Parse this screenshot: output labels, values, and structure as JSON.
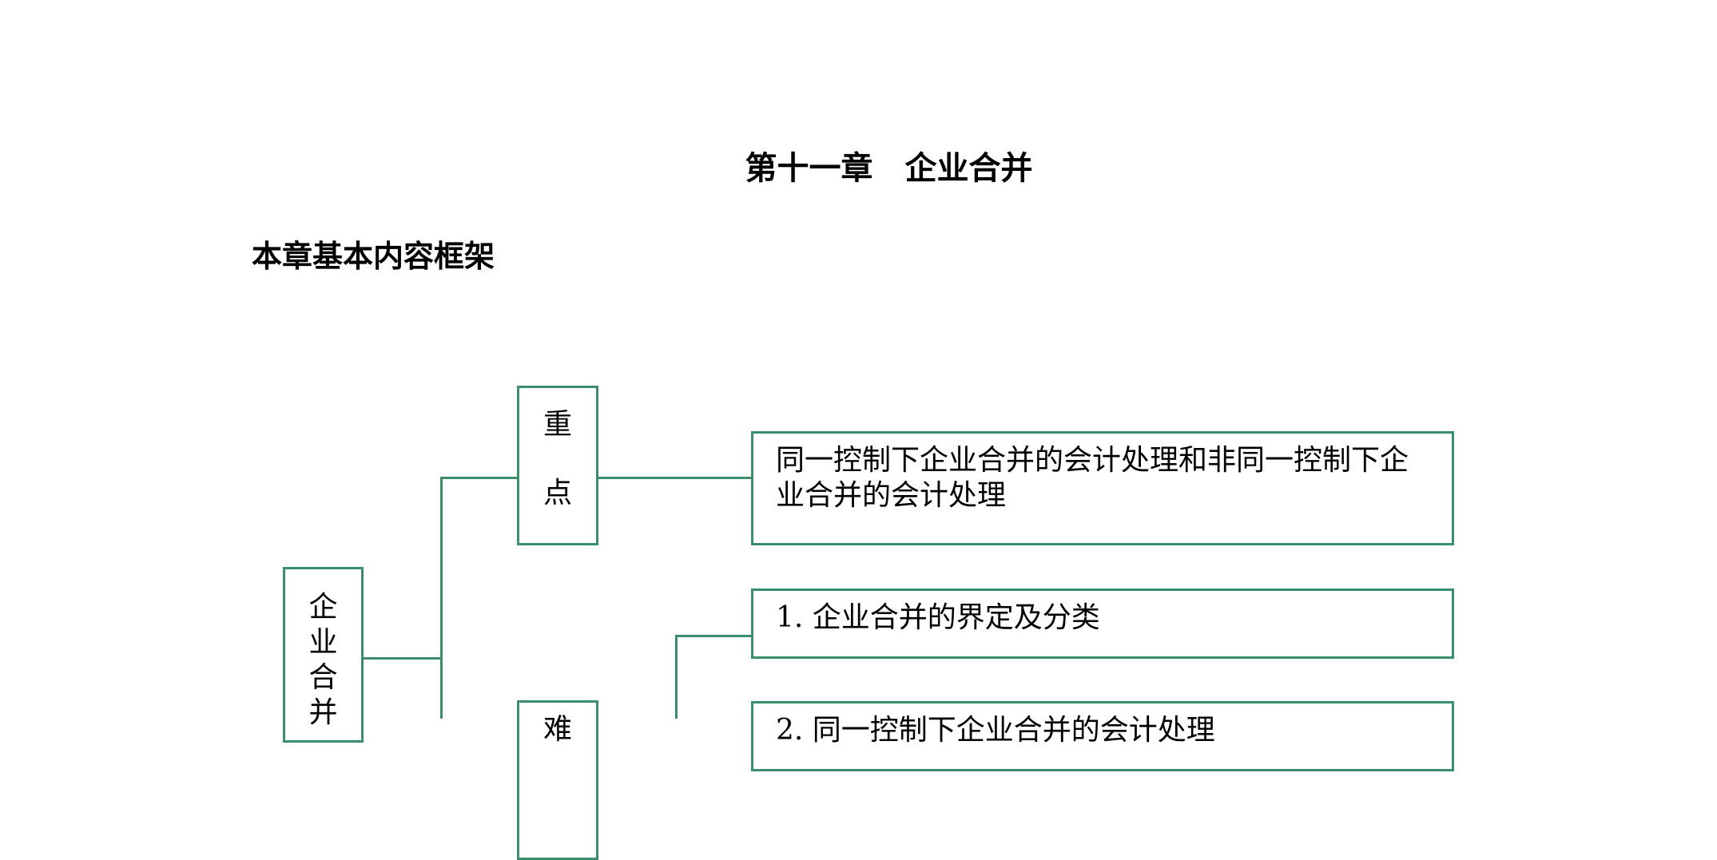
{
  "doc": {
    "title": "第十一章　企业合并",
    "subtitle": "本章基本内容框架"
  },
  "diagram": {
    "root": {
      "chars": [
        "企",
        "业",
        "合",
        "并"
      ]
    },
    "key_points": {
      "chars": [
        "重",
        "点"
      ]
    },
    "second_group": {
      "chars": [
        "难"
      ]
    },
    "key_text": "同一控制下企业合并的会计处理和非同一控制下企业合并的会计处理",
    "item1": "1. 企业合并的界定及分类",
    "item2": "2. 同一控制下企业合并的会计处理"
  },
  "colors": {
    "border": "#3a8f6a"
  }
}
